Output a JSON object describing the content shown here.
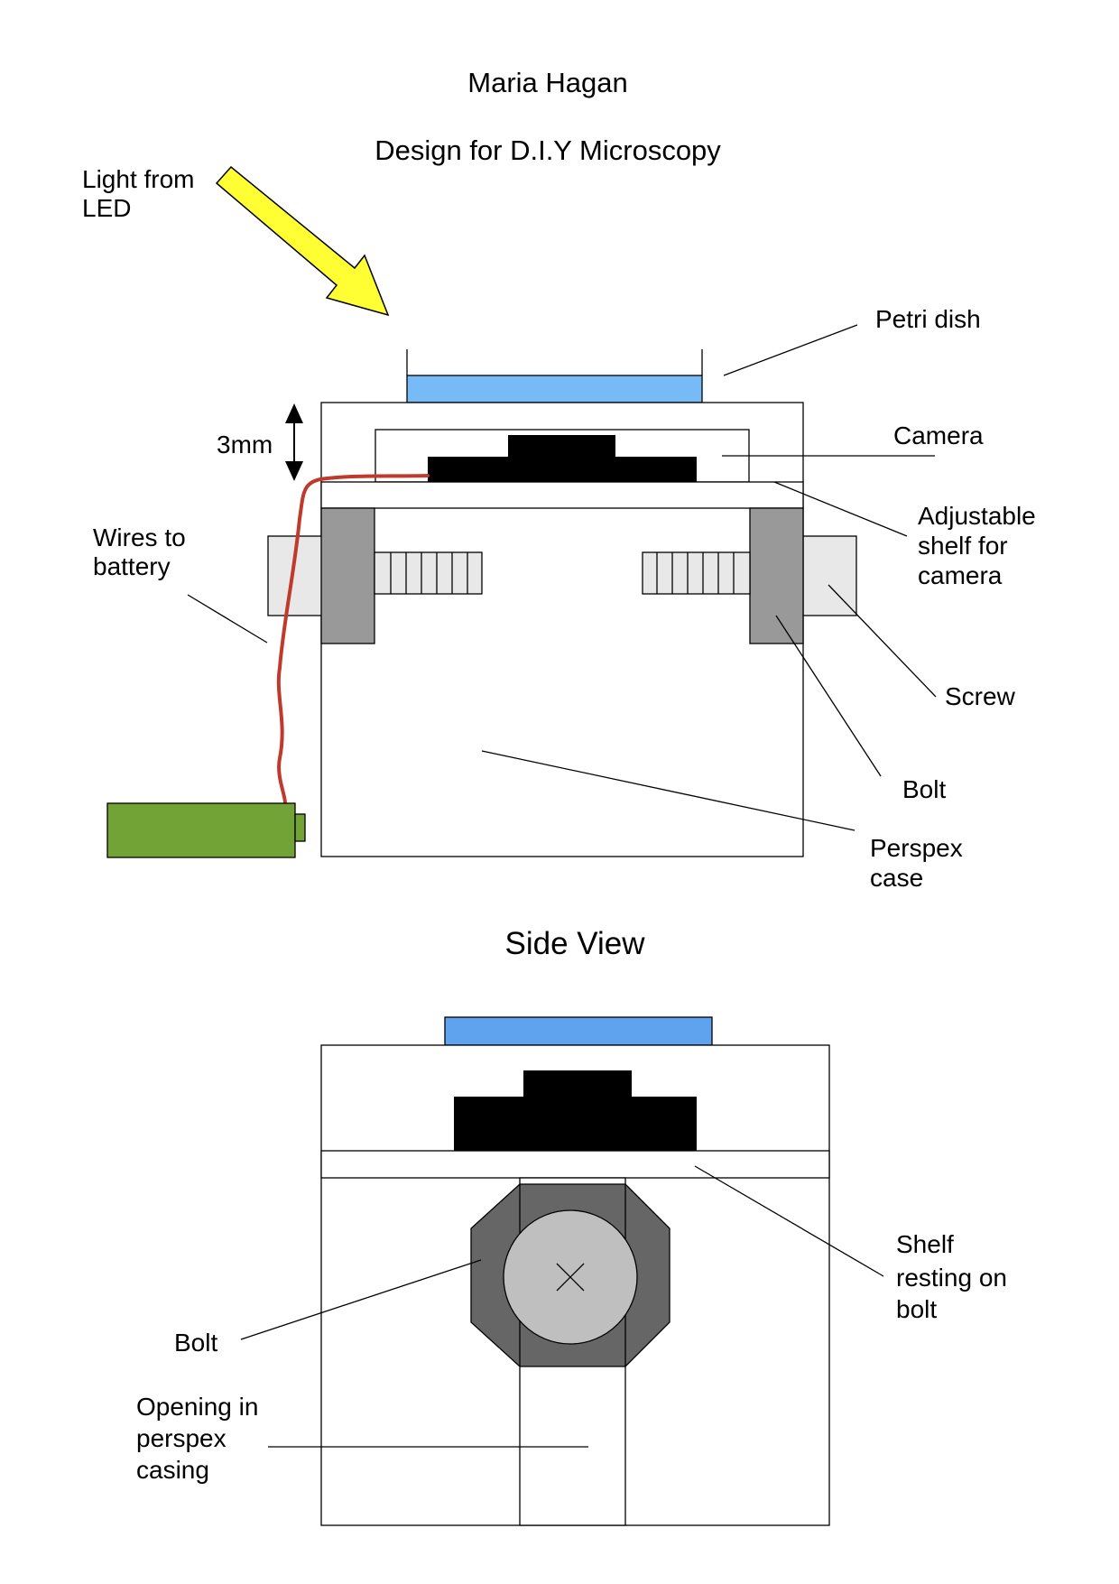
{
  "header": {
    "author": "Maria Hagan",
    "title": "Design for D.I.Y Microscopy"
  },
  "front_view": {
    "labels": {
      "light": [
        "Light from",
        "LED"
      ],
      "petri_dish": "Petri dish",
      "gap": "3mm",
      "camera": "Camera",
      "shelf": [
        "Adjustable",
        "shelf for",
        "camera"
      ],
      "wires": [
        "Wires to",
        "battery"
      ],
      "screw": "Screw",
      "bolt": "Bolt",
      "case": [
        "Perspex",
        "case"
      ]
    }
  },
  "side_view": {
    "title": "Side View",
    "labels": {
      "shelf": [
        "Shelf",
        "resting on",
        "bolt"
      ],
      "bolt": "Bolt",
      "opening": [
        "Opening in",
        "perspex",
        "casing"
      ]
    }
  },
  "colors": {
    "led_arrow": "#ffff33",
    "petri_front": "#77bbf6",
    "petri_side": "#5fa2ee",
    "camera": "#000000",
    "bolt": "#999999",
    "screw": "#e8e8e8",
    "wire": "#c0392b",
    "battery": "#72a336",
    "bolt_side": "#666666",
    "bolt_head": "#bfbfbf"
  }
}
